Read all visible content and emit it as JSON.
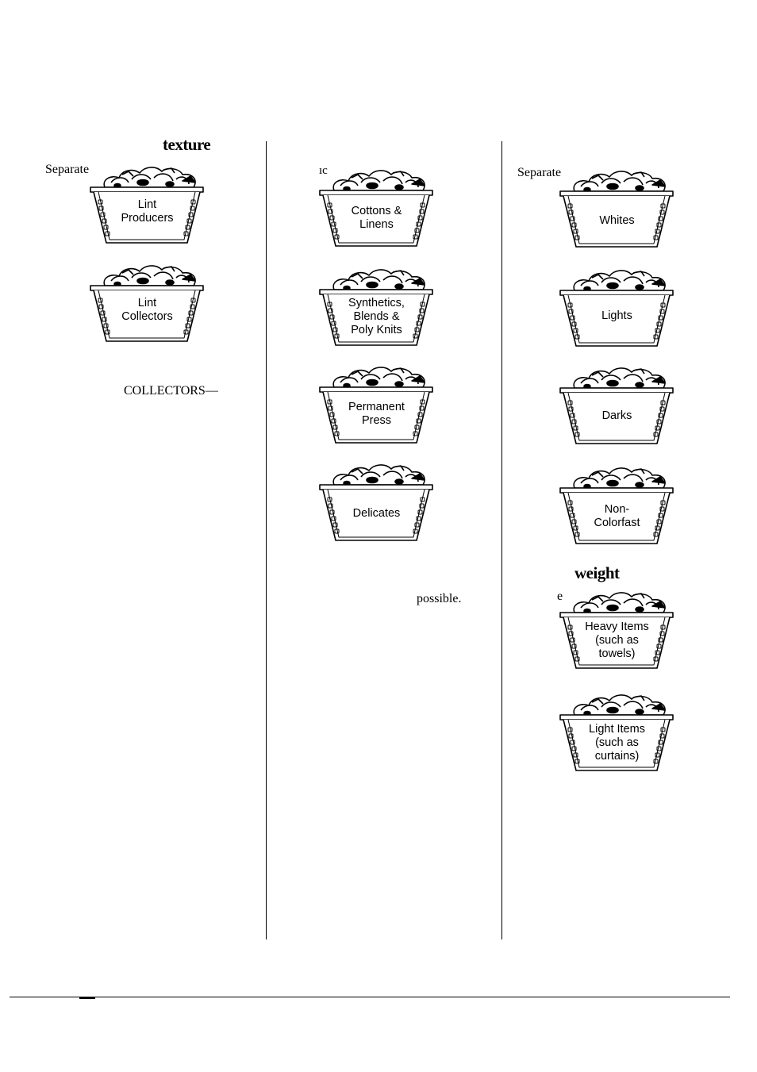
{
  "texture": {
    "heading": "texture",
    "separate": "Separate",
    "baskets": [
      {
        "label_lines": [
          "Lint",
          "Producers"
        ]
      },
      {
        "label_lines": [
          "Lint",
          "Collectors"
        ]
      }
    ],
    "collectors_fragment": "COLLECTORS—"
  },
  "fabric": {
    "fragment_top": "ıc",
    "baskets": [
      {
        "label_lines": [
          "Cottons &",
          "Linens"
        ]
      },
      {
        "label_lines": [
          "Synthetics,",
          "Blends &",
          "Poly Knits"
        ]
      },
      {
        "label_lines": [
          "Permanent",
          "Press"
        ]
      },
      {
        "label_lines": [
          "Delicates"
        ]
      }
    ],
    "possible_fragment": "possible."
  },
  "color": {
    "separate": "Separate",
    "baskets": [
      {
        "label_lines": [
          "Whites"
        ]
      },
      {
        "label_lines": [
          "Lights"
        ]
      },
      {
        "label_lines": [
          "Darks"
        ]
      },
      {
        "label_lines": [
          "Non-",
          "Colorfast"
        ]
      }
    ]
  },
  "weight": {
    "heading": "weight",
    "fragment": "e",
    "baskets": [
      {
        "label_lines": [
          "Heavy Items",
          "(such as",
          "towels)"
        ]
      },
      {
        "label_lines": [
          "Light Items",
          "(such as",
          "curtains)"
        ]
      }
    ]
  }
}
